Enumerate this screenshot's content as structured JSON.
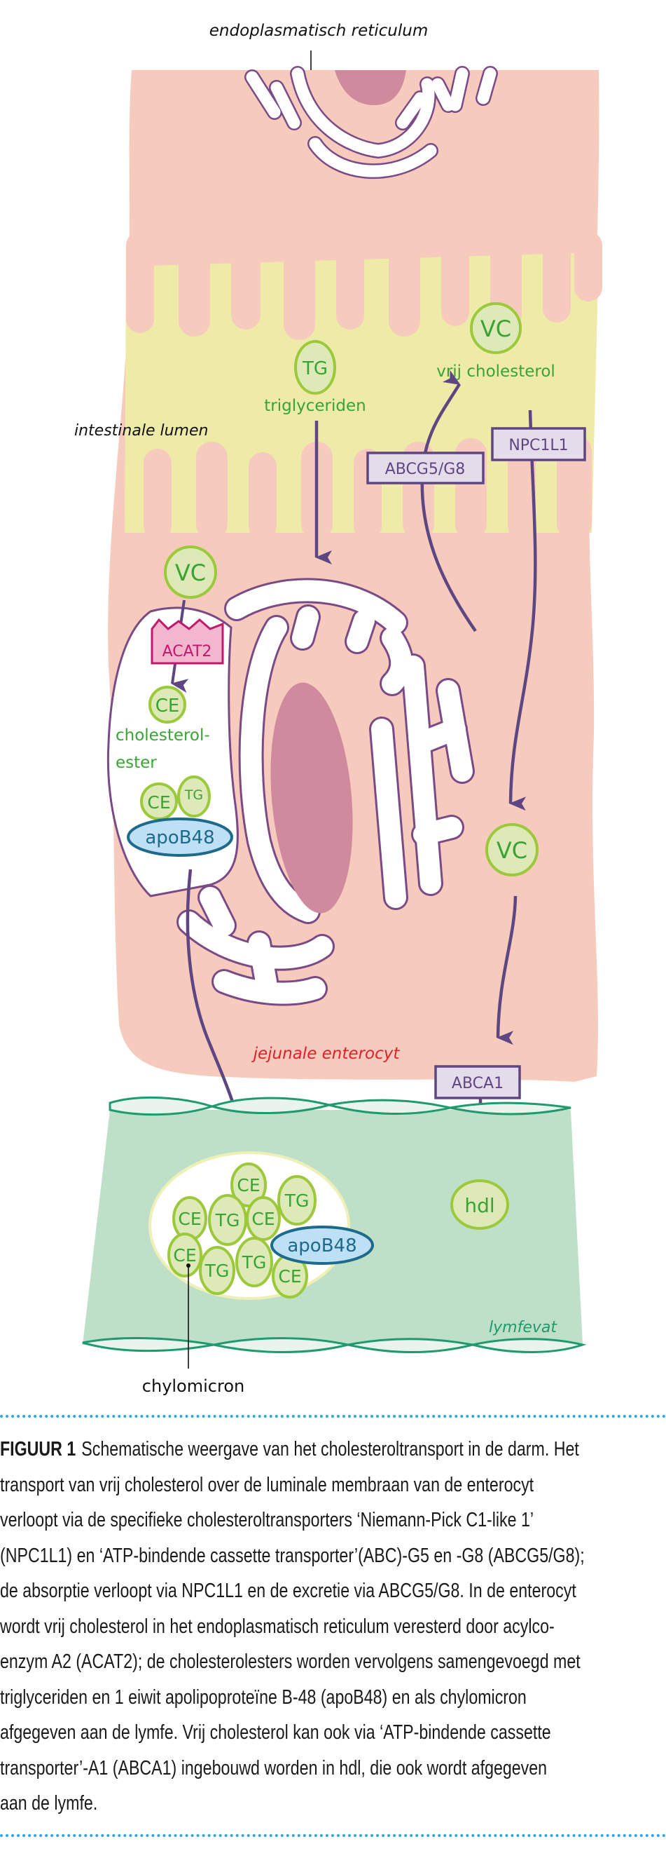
{
  "labels": {
    "er": "endoplasmatisch reticulum",
    "lumen": "intestinale lumen",
    "enterocyte": "jejunale enterocyt",
    "lymph": "lymfevat",
    "chylomicron": "chylomicron",
    "free_cholesterol": "vrij cholesterol",
    "triglycerides": "triglyceriden",
    "cholesterol_ester_1": "cholesterol-",
    "cholesterol_ester_2": "ester"
  },
  "molecules": {
    "vc": "VC",
    "tg": "TG",
    "ce": "CE",
    "apob48": "apoB48",
    "hdl": "hdl"
  },
  "transporters": {
    "abcg": "ABCG5/G8",
    "npc": "NPC1L1",
    "abca1": "ABCA1",
    "acat2": "ACAT2"
  },
  "colors": {
    "cell": "#f6cbbd",
    "lumen": "#eeeaa8",
    "arrow": "#5e4682",
    "molecule_fill": "#dde9b6",
    "molecule_stroke": "#9cc93b",
    "molecule_text": "#3aa335",
    "enterocyte_label": "#e3202a",
    "lymph": "#bfe0c8",
    "nucleus": "#d08a9e",
    "caption_rule": "#2aa9e0"
  },
  "caption": {
    "figure_label": "FIGUUR 1",
    "lines": [
      "Schematische weergave van het cholesteroltransport in de darm. Het",
      "transport van vrij cholesterol over de luminale membraan van de enterocyt",
      "verloopt via de specifieke cholesteroltransporters ‘Niemann-Pick C1-like 1’",
      "(NPC1L1) en ‘ATP-bindende cassette transporter’(ABC)-G5 en -G8 (ABCG5/G8);",
      "de absorptie verloopt via NPC1L1 en de excretie via ABCG5/G8. In de enterocyt",
      "wordt vrij cholesterol in het endoplasmatisch reticulum veresterd door acylco-",
      "enzym A2 (ACAT2); de cholesterolesters worden vervolgens samengevoegd met",
      "triglyceriden en 1 eiwit apolipoproteïne B-48 (apoB48) en als chylomicron",
      "afgegeven aan de lymfe. Vrij cholesterol kan ook via ‘ATP-bindende cassette",
      "transporter’-A1 (ABCA1) ingebouwd worden in hdl, die ook wordt afgegeven",
      "aan de lymfe."
    ]
  }
}
